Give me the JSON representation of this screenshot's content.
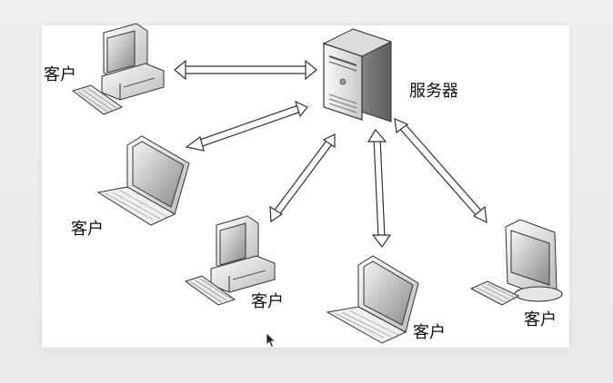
{
  "diagram": {
    "server_label": "服务器",
    "client_label": "客户",
    "clients": [
      {
        "id": "c1",
        "type": "desktop-pc",
        "label": "客户"
      },
      {
        "id": "c2",
        "type": "laptop",
        "label": "客户"
      },
      {
        "id": "c3",
        "type": "desktop-pc",
        "label": "客户"
      },
      {
        "id": "c4",
        "type": "laptop",
        "label": "客户"
      },
      {
        "id": "c5",
        "type": "flat-monitor",
        "label": "客户"
      }
    ],
    "connections": [
      "c1",
      "c2",
      "c3",
      "c4",
      "c5"
    ]
  }
}
